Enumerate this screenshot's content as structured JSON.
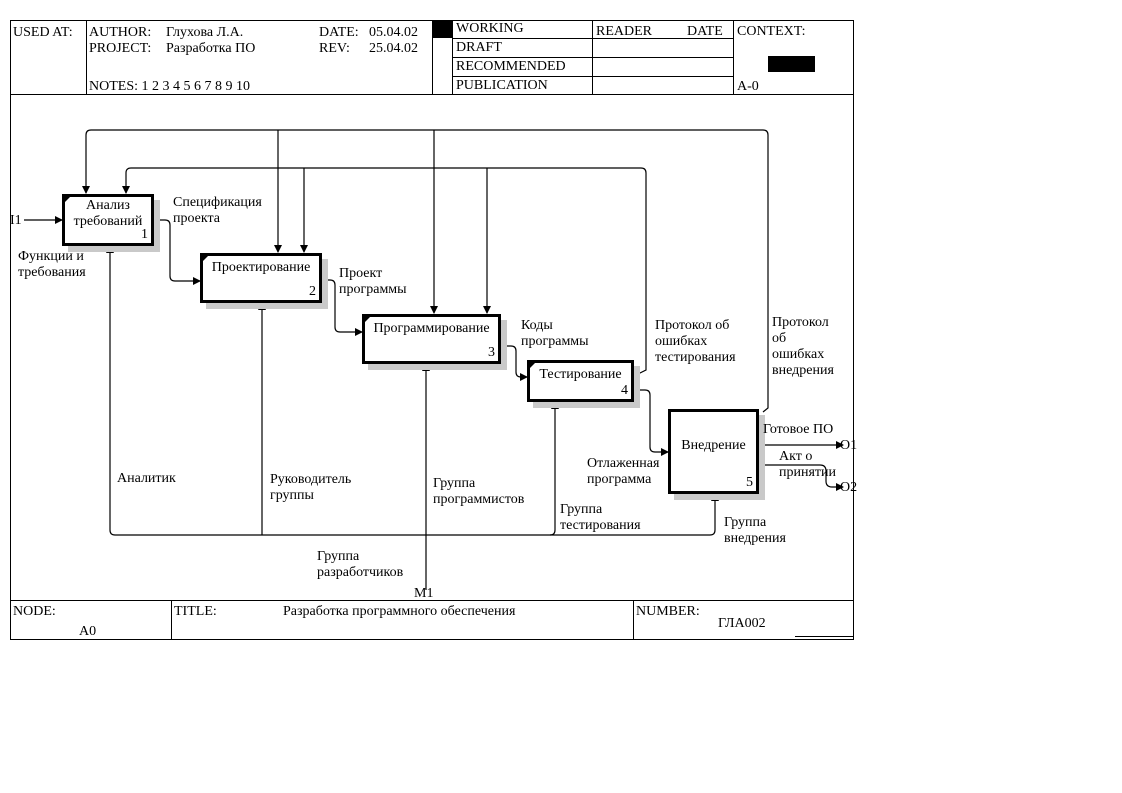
{
  "header": {
    "used_at_label": "USED AT:",
    "author_label": "AUTHOR:",
    "author_value": "Глухова Л.А.",
    "project_label": "PROJECT:",
    "project_value": "Разработка ПО",
    "date_label": "DATE:",
    "date_value": "05.04.02",
    "rev_label": "REV:",
    "rev_value": "25.04.02",
    "notes": "NOTES:  1  2  3  4  5  6  7  8  9  10",
    "status": [
      "WORKING",
      "DRAFT",
      "RECOMMENDED",
      "PUBLICATION"
    ],
    "reader_label": "READER",
    "reader_date_label": "DATE",
    "context_label": "CONTEXT:",
    "context_node": "A-0"
  },
  "boxes": [
    {
      "label": "Анализ\nтребований",
      "number": "1"
    },
    {
      "label": "Проектирование",
      "number": "2"
    },
    {
      "label": "Программирование",
      "number": "3"
    },
    {
      "label": "Тестирование",
      "number": "4"
    },
    {
      "label": "Внедрение",
      "number": "5"
    }
  ],
  "arrow_labels": {
    "i1": "I1",
    "functions": "Функции и\nтребования",
    "spec": "Спецификация\nпроекта",
    "project": "Проект\nпрограммы",
    "codes": "Коды\nпрограммы",
    "test_protocol": "Протокол об\nошибках\nтестирования",
    "impl_protocol": "Протокол\nоб\nошибках\nвнедрения",
    "ready": "Готовое ПО",
    "o1": "O1",
    "act": "Акт о\nпринятии",
    "o2": "O2",
    "debugged": "Отлаженная\nпрограмма",
    "analyst": "Аналитик",
    "group_lead": "Руководитель\nгруппы",
    "programmers": "Группа\nпрограммистов",
    "testers": "Группа\nтестирования",
    "implementers": "Группа\nвнедрения",
    "developers": "Группа\nразработчиков",
    "m1": "M1"
  },
  "footer": {
    "node_label": "NODE:",
    "node_value": "A0",
    "title_label": "TITLE:",
    "title_value": "Разработка программного   обеспечения",
    "number_label": "NUMBER:",
    "number_value": "ГЛА002"
  }
}
